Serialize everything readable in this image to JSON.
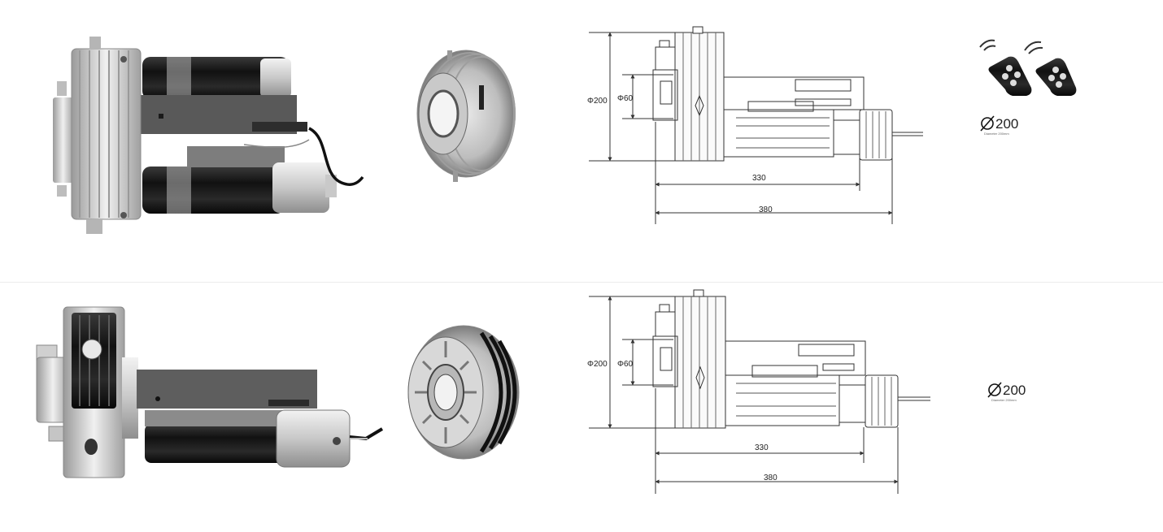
{
  "products": [
    {
      "id": "top",
      "drawing": {
        "outer_diameter_label": "Φ200",
        "inner_diameter_label": "Φ60",
        "length_short_label": "330",
        "length_long_label": "380"
      },
      "diameter_badge": {
        "value": "200",
        "caption": "Diameter 200mm"
      },
      "has_remotes": true
    },
    {
      "id": "bottom",
      "drawing": {
        "outer_diameter_label": "Φ200",
        "inner_diameter_label": "Φ60",
        "length_short_label": "330",
        "length_long_label": "380"
      },
      "diameter_badge": {
        "value": "200",
        "caption": "Diameter 200mm"
      },
      "has_remotes": false
    }
  ],
  "colors": {
    "metal_light": "#d9d9d9",
    "metal_mid": "#a8a8a8",
    "metal_dark": "#5a5a5a",
    "motor_black": "#1c1c1c",
    "line": "#333333"
  }
}
